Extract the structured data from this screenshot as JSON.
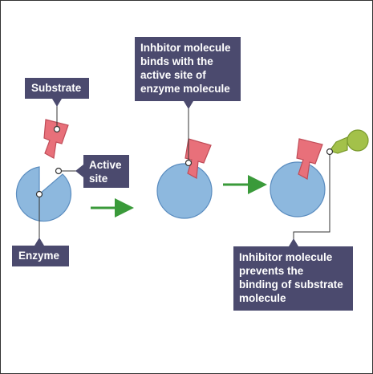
{
  "labels": {
    "substrate": "Substrate",
    "active_site_line1": "Active",
    "active_site_line2": "site",
    "enzyme": "Enzyme",
    "inhibitor_binds_lines": [
      "Inhbitor molecule",
      "binds with the",
      "active site of",
      "enzyme molecule"
    ],
    "inhibitor_prevents_lines": [
      "Inhibitor molecule",
      "prevents the",
      "binding of substrate",
      "molecule"
    ]
  },
  "colors": {
    "enzyme_fill": "#8db8de",
    "enzyme_stroke": "#5a8cbf",
    "substrate_fill": "#e8707a",
    "substrate_stroke": "#c04c58",
    "inhibitor_fill": "#a3c14a",
    "inhibitor_stroke": "#7a9a2e",
    "arrow": "#3a9a3a",
    "label_bg": "#4b4a6e",
    "label_text": "#ffffff",
    "leader_line": "#333333"
  }
}
